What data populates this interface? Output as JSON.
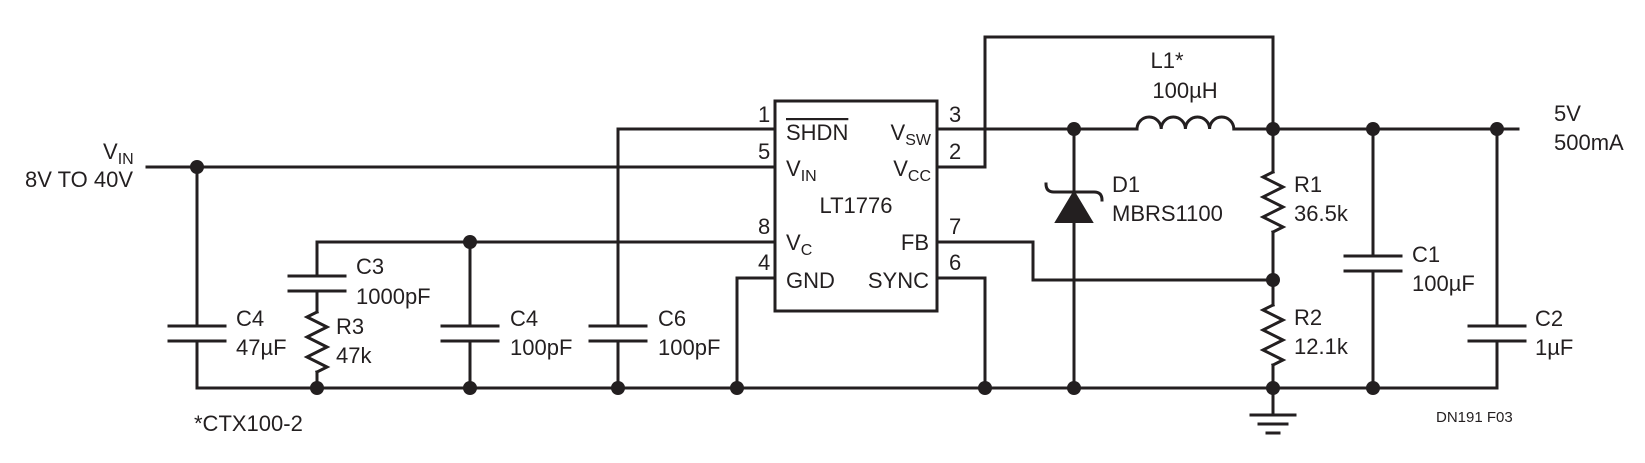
{
  "input": {
    "name_main": "V",
    "name_sub": "IN",
    "range": "8V TO 40V"
  },
  "output": {
    "voltage": "5V",
    "current": "500mA"
  },
  "ic": {
    "part": "LT1776",
    "pins": {
      "shdn": {
        "num": "1",
        "label": "SHDN"
      },
      "vin": {
        "num": "5",
        "label_main": "V",
        "label_sub": "IN"
      },
      "vc": {
        "num": "8",
        "label_main": "V",
        "label_sub": "C"
      },
      "gnd": {
        "num": "4",
        "label": "GND"
      },
      "vsw": {
        "num": "3",
        "label_main": "V",
        "label_sub": "SW"
      },
      "vcc": {
        "num": "2",
        "label_main": "V",
        "label_sub": "CC"
      },
      "fb": {
        "num": "7",
        "label": "FB"
      },
      "sync": {
        "num": "6",
        "label": "SYNC"
      }
    }
  },
  "components": {
    "c4_in": {
      "ref": "C4",
      "value": "47µF"
    },
    "c3": {
      "ref": "C3",
      "value": "1000pF"
    },
    "r3": {
      "ref": "R3",
      "value": "47k"
    },
    "c4_vc": {
      "ref": "C4",
      "value": "100pF"
    },
    "c6": {
      "ref": "C6",
      "value": "100pF"
    },
    "l1": {
      "ref": "L1*",
      "value": "100µH"
    },
    "d1": {
      "ref": "D1",
      "value": "MBRS1100"
    },
    "r1": {
      "ref": "R1",
      "value": "36.5k"
    },
    "r2": {
      "ref": "R2",
      "value": "12.1k"
    },
    "c1": {
      "ref": "C1",
      "value": "100µF"
    },
    "c2": {
      "ref": "C2",
      "value": "1µF"
    }
  },
  "footnote": "*CTX100-2",
  "figure_id": "DN191 F03"
}
